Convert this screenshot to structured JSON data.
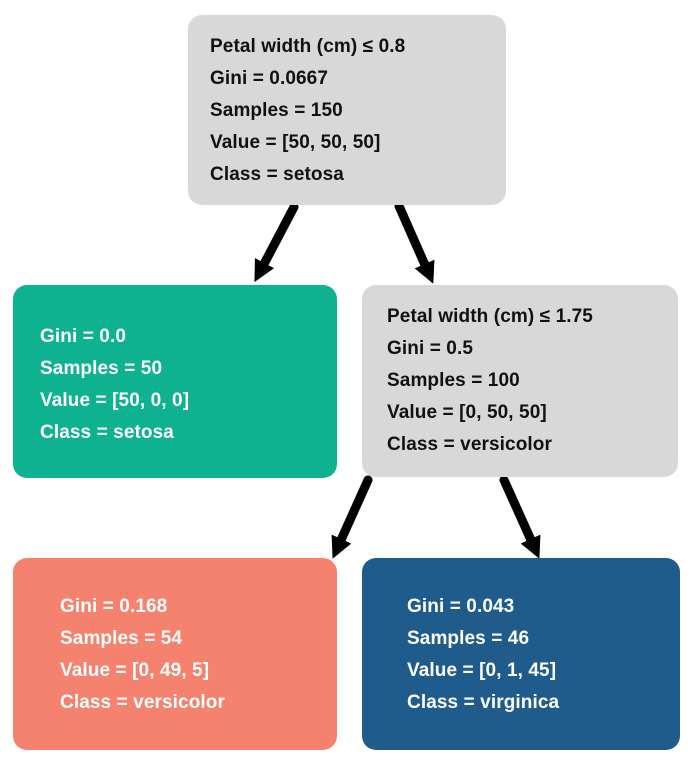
{
  "colors": {
    "background": "#FFFFFF",
    "gray": "#D8D8D8",
    "green": "#0EB291",
    "salmon": "#F5826F",
    "blue": "#1F5C8B",
    "arrow": "#000000",
    "text_dark": "#111111",
    "text_light": "#FFFFFF"
  },
  "tree": {
    "dataset_classes": [
      "setosa",
      "versicolor",
      "virginica"
    ],
    "nodes": [
      {
        "id": "root",
        "role": "split-node",
        "fill": "gray",
        "ink": "text_dark",
        "condition": "Petal width (cm) ≤ 0.8",
        "gini": "0.0667",
        "samples": "150",
        "value": "[50, 50, 50]",
        "class": "setosa",
        "lines": [
          "Petal width (cm) ≤ 0.8",
          "Gini = 0.0667",
          "Samples = 150",
          "Value = [50, 50, 50]",
          "Class = setosa"
        ]
      },
      {
        "id": "leaf-setosa",
        "role": "leaf-node",
        "fill": "green",
        "ink": "text_light",
        "gini": "0.0",
        "samples": "50",
        "value": "[50, 0, 0]",
        "class": "setosa",
        "lines": [
          "Gini = 0.0",
          "Samples = 50",
          "Value = [50, 0, 0]",
          "Class = setosa"
        ]
      },
      {
        "id": "split-petal-width-1.75",
        "role": "split-node",
        "fill": "gray",
        "ink": "text_dark",
        "condition": "Petal width (cm) ≤ 1.75",
        "gini": "0.5",
        "samples": "100",
        "value": "[0, 50, 50]",
        "class": "versicolor",
        "lines": [
          "Petal width (cm) ≤ 1.75",
          "Gini = 0.5",
          "Samples = 100",
          "Value = [0, 50, 50]",
          "Class = versicolor"
        ]
      },
      {
        "id": "leaf-versicolor",
        "role": "leaf-node",
        "fill": "salmon",
        "ink": "text_light",
        "gini": "0.168",
        "samples": "54",
        "value": "[0, 49, 5]",
        "class": "versicolor",
        "lines": [
          "Gini = 0.168",
          "Samples = 54",
          "Value = [0, 49, 5]",
          "Class = versicolor"
        ]
      },
      {
        "id": "leaf-virginica",
        "role": "leaf-node",
        "fill": "blue",
        "ink": "text_light",
        "gini": "0.043",
        "samples": "46",
        "value": "[0, 1, 45]",
        "class": "virginica",
        "lines": [
          "Gini = 0.043",
          "Samples = 46",
          "Value = [0, 1, 45]",
          "Class = virginica"
        ]
      }
    ],
    "edges": [
      {
        "from": "root",
        "to": "leaf-setosa"
      },
      {
        "from": "root",
        "to": "split-petal-width-1.75"
      },
      {
        "from": "split-petal-width-1.75",
        "to": "leaf-versicolor"
      },
      {
        "from": "split-petal-width-1.75",
        "to": "leaf-virginica"
      }
    ]
  }
}
